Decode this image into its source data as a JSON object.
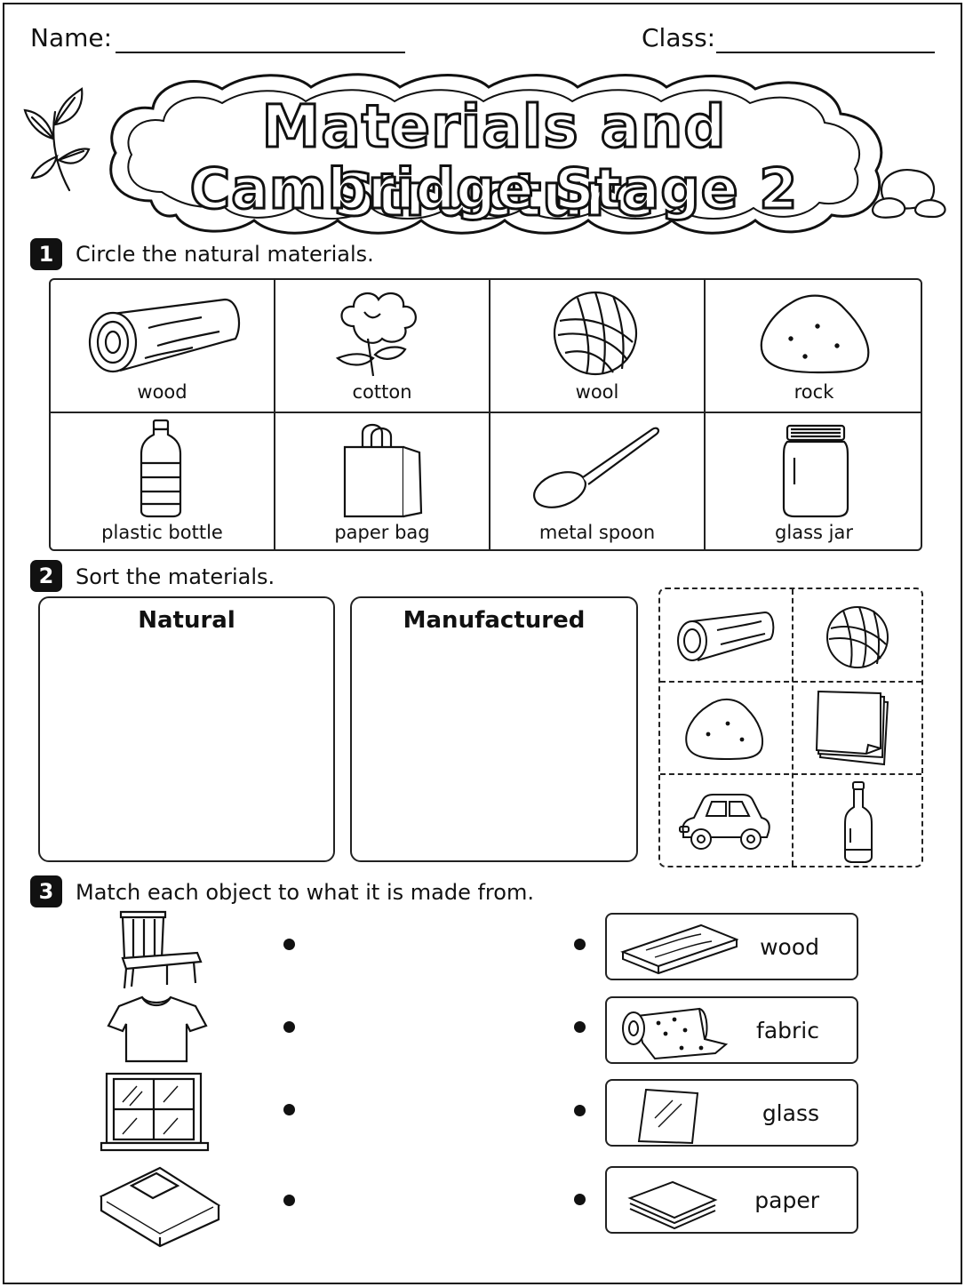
{
  "header": {
    "name_label": "Name:",
    "class_label": "Class:"
  },
  "title": {
    "line1": "Materials and Structure",
    "line2": "Cambridge Stage 2"
  },
  "section1": {
    "number": "1",
    "instruction": "Circle the natural materials.",
    "items": [
      {
        "label": "wood",
        "icon": "log-icon"
      },
      {
        "label": "cotton",
        "icon": "cotton-plant-icon"
      },
      {
        "label": "wool",
        "icon": "yarn-ball-icon"
      },
      {
        "label": "rock",
        "icon": "rock-icon"
      },
      {
        "label": "plastic bottle",
        "icon": "plastic-bottle-icon"
      },
      {
        "label": "paper bag",
        "icon": "paper-bag-icon"
      },
      {
        "label": "metal spoon",
        "icon": "spoon-icon"
      },
      {
        "label": "glass jar",
        "icon": "glass-jar-icon"
      }
    ]
  },
  "section2": {
    "number": "2",
    "instruction": "Sort the materials.",
    "boxes": [
      "Natural",
      "Manufactured"
    ],
    "cutouts": [
      "log-icon",
      "yarn-ball-icon",
      "rock-icon",
      "paper-stack-icon",
      "toy-car-icon",
      "glass-bottle-icon"
    ]
  },
  "section3": {
    "number": "3",
    "instruction": "Match each object to what it is made from.",
    "objects": [
      "chair-icon",
      "tshirt-icon",
      "window-icon",
      "book-icon"
    ],
    "materials": [
      {
        "label": "wood",
        "icon": "wood-plank-icon"
      },
      {
        "label": "fabric",
        "icon": "fabric-roll-icon"
      },
      {
        "label": "glass",
        "icon": "glass-pane-icon"
      },
      {
        "label": "paper",
        "icon": "paper-sheets-icon"
      }
    ]
  }
}
